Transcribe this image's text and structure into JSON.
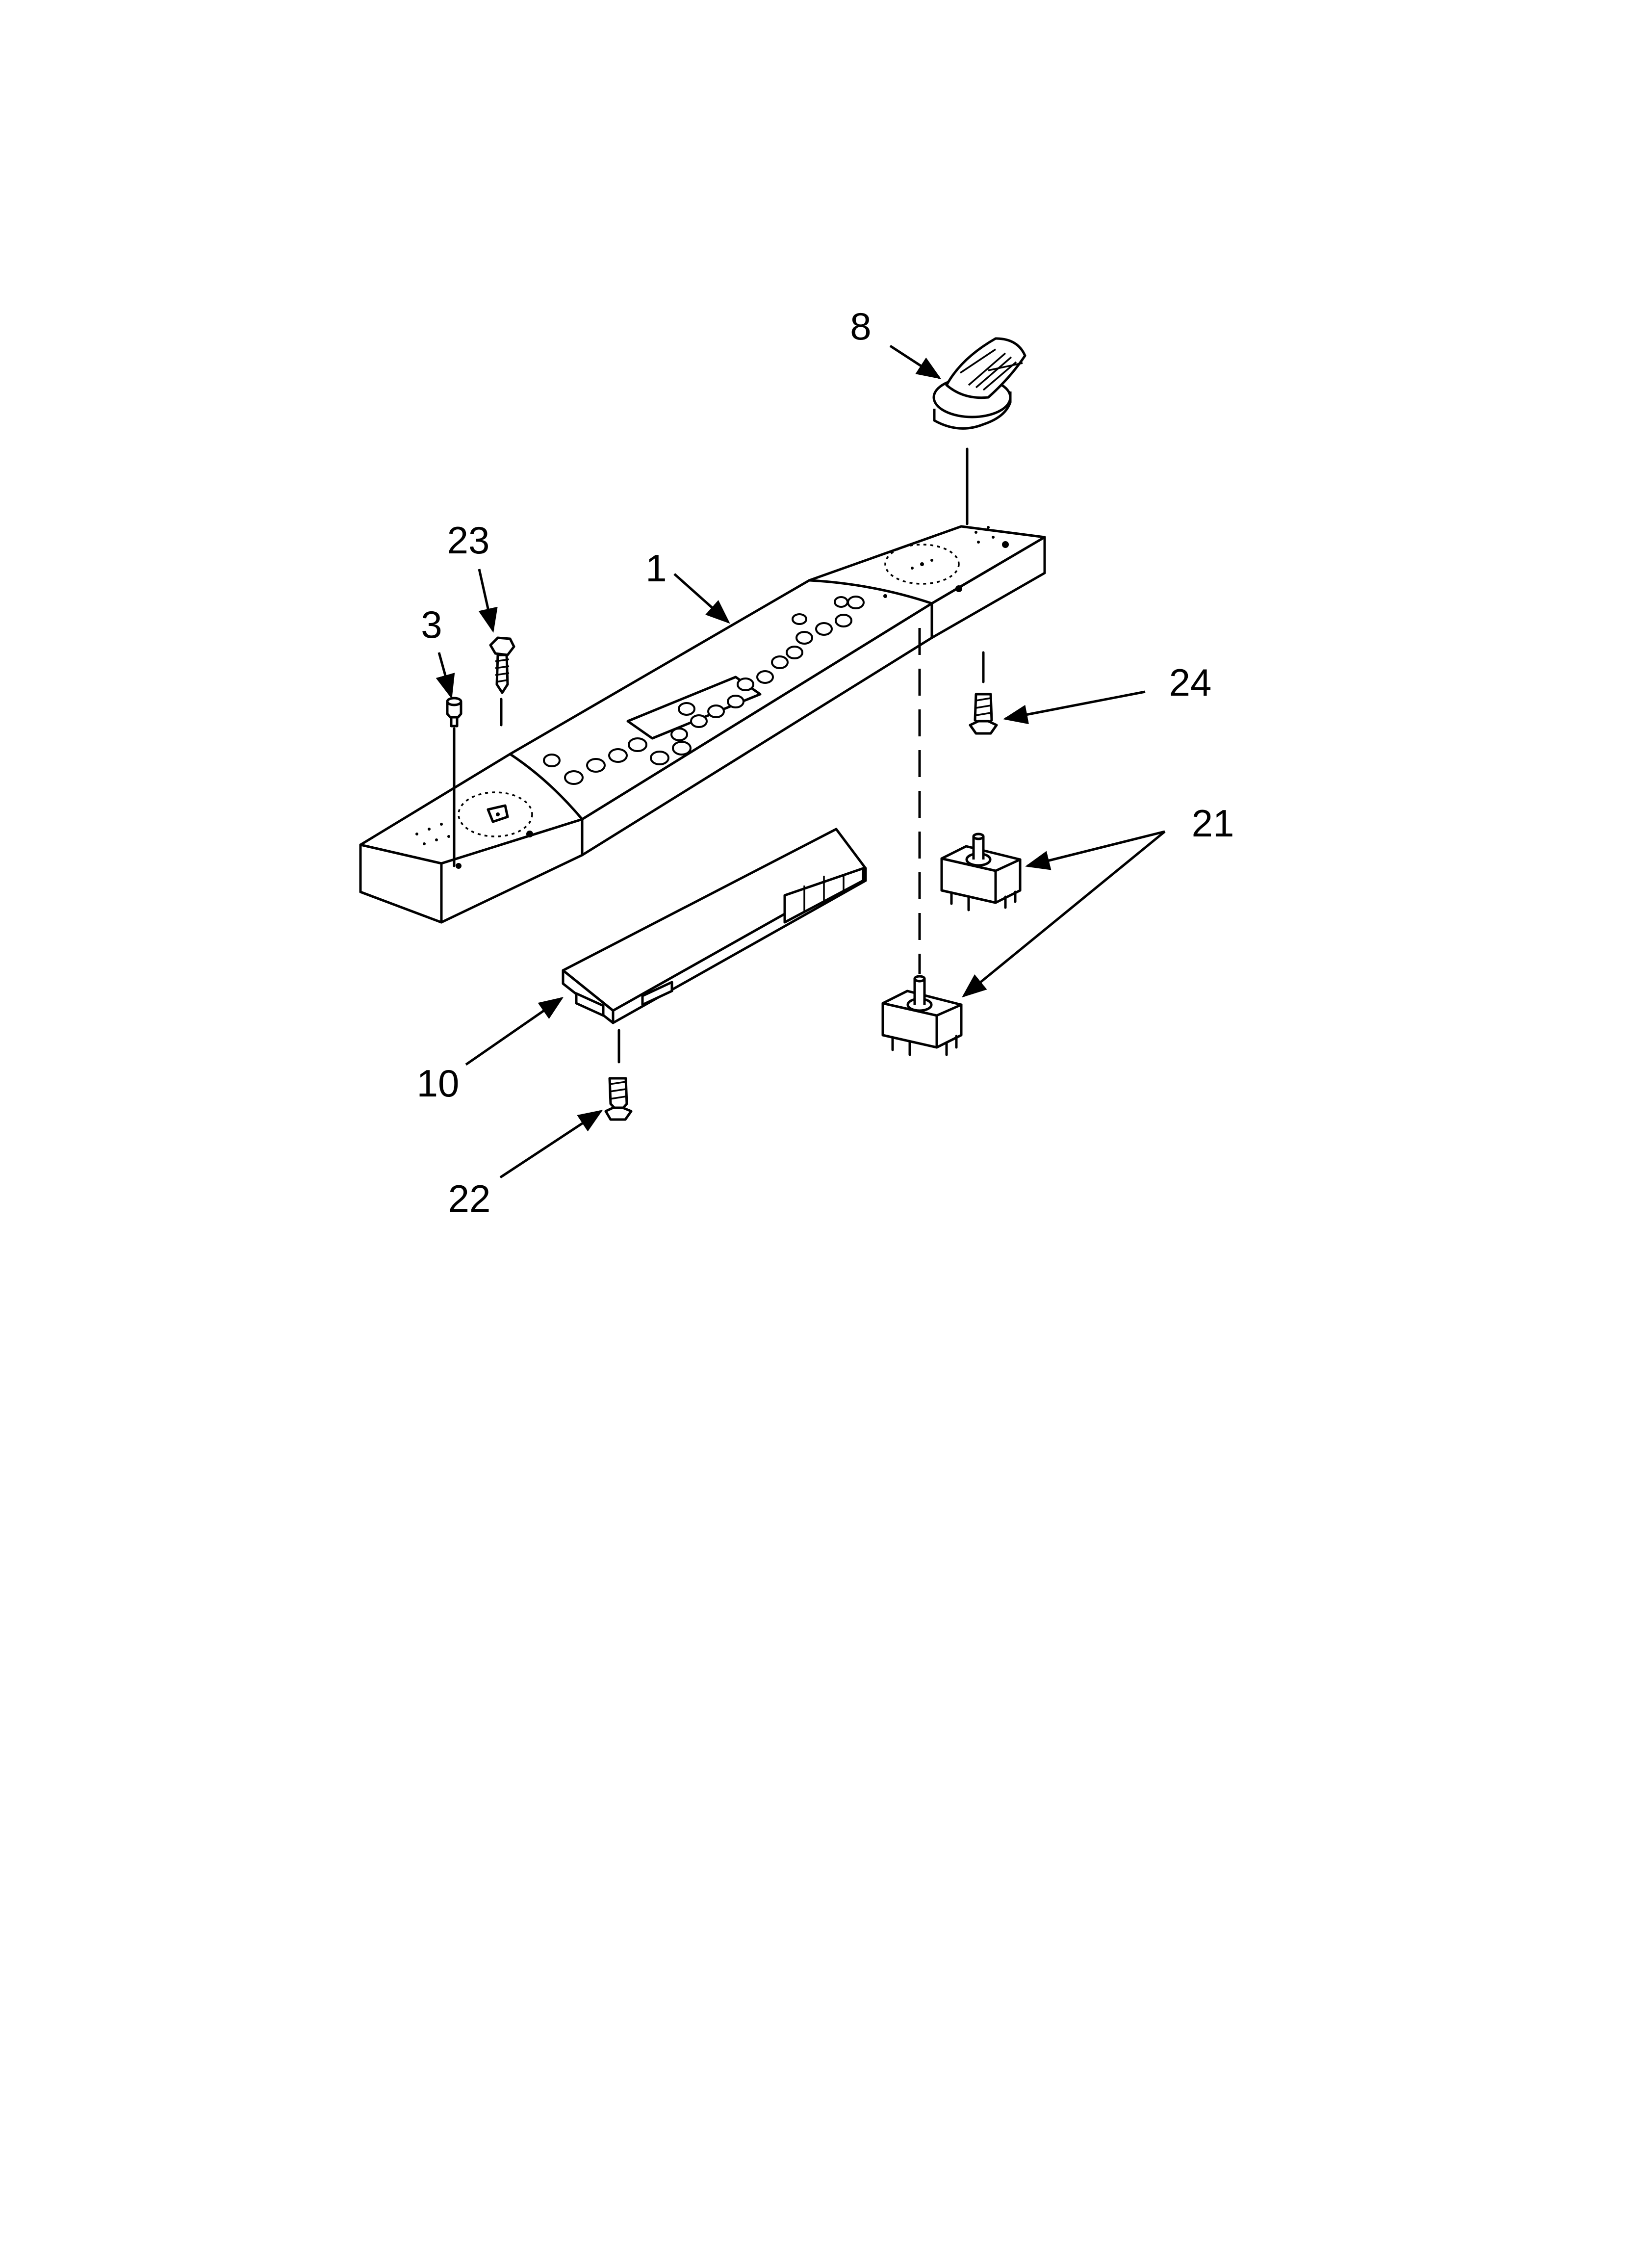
{
  "diagram": {
    "callouts": {
      "c1": "1",
      "c3": "3",
      "c8": "8",
      "c10": "10",
      "c21": "21",
      "c22": "22",
      "c23": "23",
      "c24": "24"
    }
  }
}
